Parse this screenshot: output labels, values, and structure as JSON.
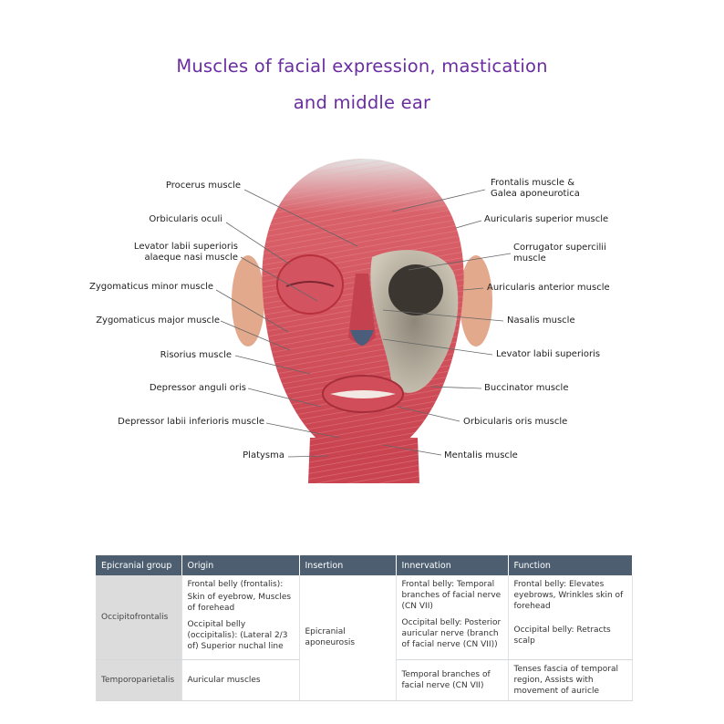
{
  "title": {
    "line1": "Muscles of facial expression, mastication",
    "line2": "and middle ear"
  },
  "labels_left": [
    {
      "id": "procerus",
      "text": "Procerus muscle"
    },
    {
      "id": "orbicularis-oculi",
      "text": "Orbicularis oculi"
    },
    {
      "id": "levator-labii-alaeque",
      "text": "Levator labii superioris\nalaeque nasi muscle"
    },
    {
      "id": "zygomaticus-minor",
      "text": "Zygomaticus minor muscle"
    },
    {
      "id": "zygomaticus-major",
      "text": "Zygomaticus major muscle"
    },
    {
      "id": "risorius",
      "text": "Risorius muscle"
    },
    {
      "id": "depressor-anguli",
      "text": "Depressor anguli oris"
    },
    {
      "id": "depressor-labii",
      "text": "Depressor labii inferioris muscle"
    },
    {
      "id": "platysma",
      "text": "Platysma"
    }
  ],
  "labels_right": [
    {
      "id": "frontalis",
      "text": "Frontalis muscle &\nGalea aponeurotica"
    },
    {
      "id": "auricularis-superior",
      "text": "Auricularis superior muscle"
    },
    {
      "id": "corrugator",
      "text": "Corrugator supercilii\nmuscle"
    },
    {
      "id": "auricularis-anterior",
      "text": "Auricularis anterior muscle"
    },
    {
      "id": "nasalis",
      "text": "Nasalis muscle"
    },
    {
      "id": "levator-labii",
      "text": "Levator labii superioris"
    },
    {
      "id": "buccinator",
      "text": "Buccinator muscle"
    },
    {
      "id": "orbicularis-oris",
      "text": "Orbicularis oris muscle"
    },
    {
      "id": "mentalis",
      "text": "Mentalis muscle"
    }
  ],
  "table": {
    "headers": [
      "Epicranial group",
      "Origin",
      "Insertion",
      "Innervation",
      "Function"
    ],
    "occipitofrontalis": {
      "name": "Occipitofrontalis",
      "origin_frontal_title": "Frontal belly (frontalis):",
      "origin_frontal": "Skin of eyebrow, Muscles of forehead",
      "origin_occipital": "Occipital belly (occipitalis): (Lateral 2/3 of) Superior nuchal line",
      "insertion": "Epicranial aponeurosis",
      "innervation_frontal": "Frontal belly:  Temporal branches of facial nerve (CN VII)",
      "innervation_occipital": "Occipital belly: Posterior auricular nerve (branch of facial nerve (CN VII))",
      "function_frontal": "Frontal belly:  Elevates eyebrows, Wrinkles skin of forehead",
      "function_occipital": "Occipital belly: Retracts scalp"
    },
    "temporoparietalis": {
      "name": "Temporoparietalis",
      "origin": "Auricular muscles",
      "innervation": "Temporal branches of facial nerve (CN VII)",
      "function": "Tenses fascia of temporal region, Assists with movement of auricle"
    }
  }
}
